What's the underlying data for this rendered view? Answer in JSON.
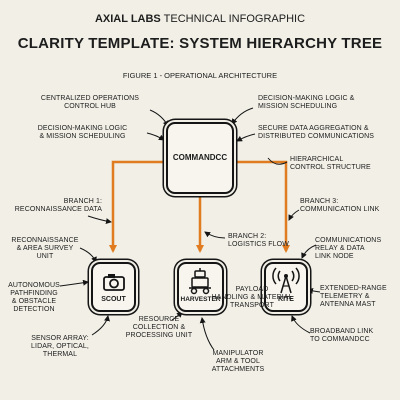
{
  "header": {
    "brand_bold": "AXIAL LABS",
    "brand_rest": "TECHNICAL INFOGRAPHIC"
  },
  "title": "CLARITY TEMPLATE: SYSTEM HIERARCHY TREE",
  "subtitle": "FIGURE 1 - OPERATIONAL ARCHITECTURE",
  "colors": {
    "accent": "#e07b1f",
    "ink": "#151515",
    "background": "#f1efe6"
  },
  "nodes": {
    "command": {
      "label": "COMMANDCC",
      "icon": "none"
    },
    "scout": {
      "label": "SCOUT",
      "icon": "camera-icon"
    },
    "harvester": {
      "label": "HARVESTER",
      "icon": "robot-icon"
    },
    "kite": {
      "label": "KITE",
      "icon": "antenna-tower-icon"
    }
  },
  "annotations": {
    "command_top_left": [
      "CENTRALIZED OPERATIONS",
      "CONTROL HUB"
    ],
    "command_mid_left": [
      "DECISION-MAKING LOGIC",
      "& MISSION SCHEDULING"
    ],
    "command_top_right": [
      "DECISION-MAKING LOGIC &",
      "MISSION SCHEDULING"
    ],
    "command_mid_right": [
      "SECURE DATA AGGREGATION &",
      "DISTRIBUTED COMMUNICATIONS"
    ],
    "hierarchy": [
      "HIERARCHICAL",
      "CONTROL STRUCTURE"
    ],
    "branch1": [
      "BRANCH 1:",
      "RECONNAISSANCE DATA"
    ],
    "branch2": [
      "BRANCH 2:",
      "LOGISTICS FLOW"
    ],
    "branch3": [
      "BRANCH 3:",
      "COMMUNICATION LINK"
    ],
    "scout_unit": [
      "RECONNAISSANCE",
      "& AREA SURVEY",
      "UNIT"
    ],
    "scout_nav": [
      "AUTONOMOUS",
      "PATHFINDING",
      "& OBSTACLE",
      "DETECTION"
    ],
    "scout_sensor": [
      "SENSOR ARRAY:",
      "LIDAR, OPTICAL,",
      "THERMAL"
    ],
    "harvester_collection": [
      "RESOURCE",
      "COLLECTION &",
      "PROCESSING UNIT"
    ],
    "harvester_payload": [
      "PAYLOAD",
      "HANDLING & MATERIAL",
      "TRANSPORT"
    ],
    "harvester_arm": [
      "MANIPULATOR",
      "ARM & TOOL",
      "ATTACHMENTS"
    ],
    "kite_relay": [
      "COMMUNICATIONS",
      "RELAY & DATA",
      "LINK NODE"
    ],
    "kite_mast": [
      "EXTENDED-RANGE",
      "TELEMETRY &",
      "ANTENNA MAST"
    ],
    "kite_broadband": [
      "BROADBAND LINK",
      "TO COMMANDCC"
    ]
  }
}
